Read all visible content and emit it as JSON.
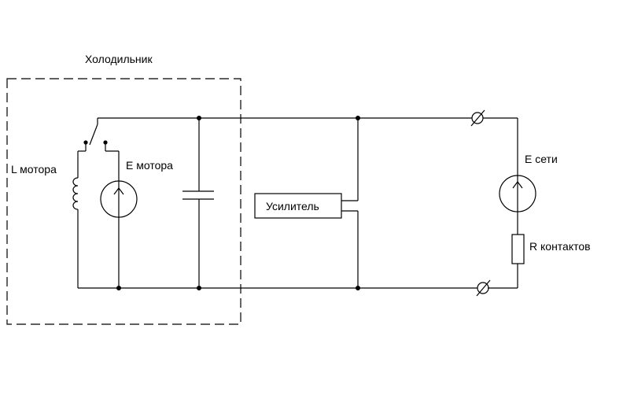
{
  "labels": {
    "fridge": "Холодильник",
    "l_motor": "L мотора",
    "e_motor": "E мотора",
    "amplifier": "Усилитель",
    "e_mains": "E сети",
    "r_contacts": "R контактов"
  },
  "icons": {
    "inductor": "inductor-icon",
    "current_source": "current-source-icon",
    "capacitor": "capacitor-icon",
    "resistor": "resistor-icon",
    "terminal": "terminal-icon",
    "switch": "switch-icon"
  }
}
